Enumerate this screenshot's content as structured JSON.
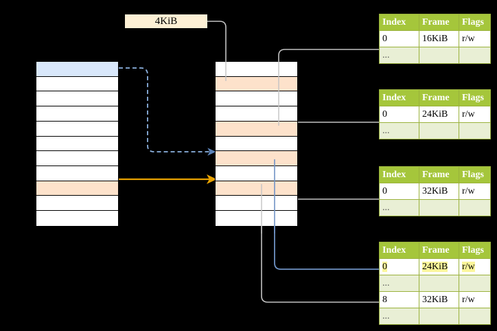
{
  "diagram": {
    "title_label": {
      "text": "4KiB"
    },
    "virtual_memory": {
      "name": "virtual-address-space",
      "rows": [
        {
          "fill": "blue"
        },
        {
          "fill": "white"
        },
        {
          "fill": "white"
        },
        {
          "fill": "white"
        },
        {
          "fill": "white"
        },
        {
          "fill": "white"
        },
        {
          "fill": "white"
        },
        {
          "fill": "white"
        },
        {
          "fill": "peach"
        },
        {
          "fill": "white"
        },
        {
          "fill": "white"
        }
      ]
    },
    "physical_memory": {
      "name": "physical-memory",
      "rows": [
        {
          "fill": "white"
        },
        {
          "fill": "peach"
        },
        {
          "fill": "white"
        },
        {
          "fill": "white"
        },
        {
          "fill": "peach"
        },
        {
          "fill": "white"
        },
        {
          "fill": "peach"
        },
        {
          "fill": "white"
        },
        {
          "fill": "peach"
        },
        {
          "fill": "white"
        },
        {
          "fill": "white"
        }
      ]
    },
    "columns": [
      "Index",
      "Frame",
      "Flags"
    ],
    "dots": "...",
    "tables": [
      {
        "id": "level-1",
        "rows": [
          {
            "index": "0",
            "frame": "16KiB",
            "flags": "r/w",
            "kind": "data",
            "highlight": false
          },
          {
            "index": "...",
            "frame": "",
            "flags": "",
            "kind": "dots",
            "highlight": false
          }
        ]
      },
      {
        "id": "level-2",
        "rows": [
          {
            "index": "0",
            "frame": "24KiB",
            "flags": "r/w",
            "kind": "data",
            "highlight": false
          },
          {
            "index": "...",
            "frame": "",
            "flags": "",
            "kind": "dots",
            "highlight": false
          }
        ]
      },
      {
        "id": "level-3",
        "rows": [
          {
            "index": "0",
            "frame": "32KiB",
            "flags": "r/w",
            "kind": "data",
            "highlight": false
          },
          {
            "index": "...",
            "frame": "",
            "flags": "",
            "kind": "dots",
            "highlight": false
          }
        ]
      },
      {
        "id": "level-4",
        "rows": [
          {
            "index": "0",
            "frame": "24KiB",
            "flags": "r/w",
            "kind": "data",
            "highlight": true
          },
          {
            "index": "...",
            "frame": "",
            "flags": "",
            "kind": "dots",
            "highlight": false
          },
          {
            "index": "8",
            "frame": "32KiB",
            "flags": "r/w",
            "kind": "data",
            "highlight": false
          },
          {
            "index": "...",
            "frame": "",
            "flags": "",
            "kind": "dots",
            "highlight": false
          }
        ]
      }
    ],
    "colors": {
      "header_green": "#a5c63b",
      "dots_row": "#e9efd5",
      "highlight_yellow": "#fbf59b",
      "peach": "#fde2cb",
      "blue_row": "#d9e8fb",
      "label_cream": "#fdf0d5",
      "arrow_orange": "#e8a200",
      "arrow_blue": "#6f93c4",
      "connector_gray": "#b0b0b0"
    }
  }
}
